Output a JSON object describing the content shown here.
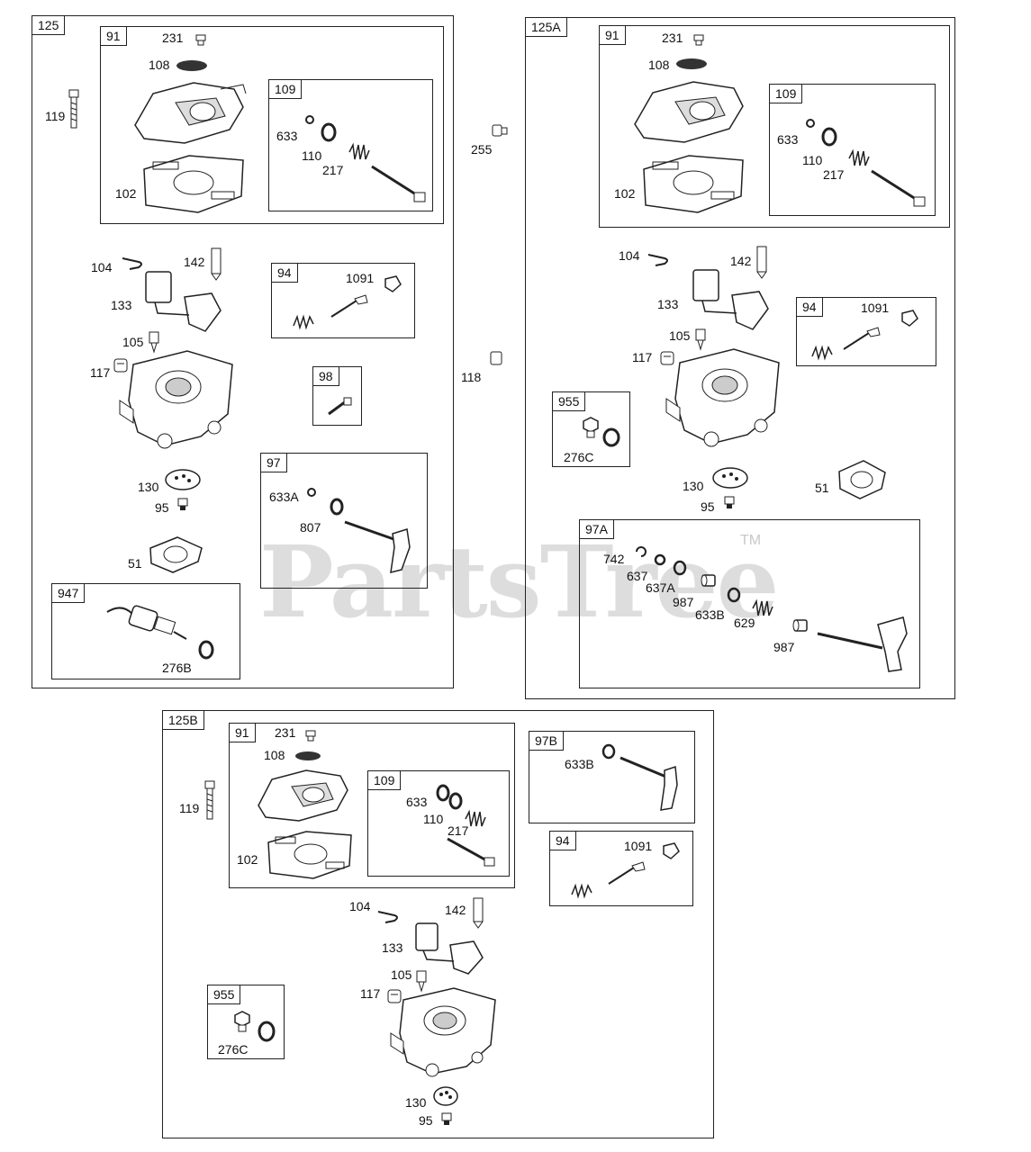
{
  "watermark": {
    "text": "PartsTree",
    "trademark": "TM"
  },
  "kit125": {
    "tag": "125",
    "sub91": {
      "tag": "91",
      "labels": [
        "231",
        "108",
        "102"
      ]
    },
    "sub109": {
      "tag": "109",
      "labels": [
        "633",
        "110",
        "217"
      ]
    },
    "sub94": {
      "tag": "94",
      "labels": [
        "1091"
      ]
    },
    "sub98": {
      "tag": "98"
    },
    "sub97": {
      "tag": "97",
      "labels": [
        "633A",
        "807"
      ]
    },
    "sub947": {
      "tag": "947",
      "labels": [
        "276B"
      ]
    },
    "labels": [
      "119",
      "104",
      "142",
      "133",
      "105",
      "117",
      "130",
      "95",
      "51"
    ]
  },
  "loose": {
    "labels": [
      "255",
      "118"
    ]
  },
  "kit125A": {
    "tag": "125A",
    "sub91": {
      "tag": "91",
      "labels": [
        "231",
        "108",
        "102"
      ]
    },
    "sub109": {
      "tag": "109",
      "labels": [
        "633",
        "110",
        "217"
      ]
    },
    "sub94": {
      "tag": "94",
      "labels": [
        "1091"
      ]
    },
    "sub955": {
      "tag": "955",
      "labels": [
        "276C"
      ]
    },
    "sub97A": {
      "tag": "97A",
      "labels": [
        "742",
        "637",
        "637A",
        "987",
        "633B",
        "629",
        "987"
      ]
    },
    "labels": [
      "104",
      "142",
      "133",
      "105",
      "117",
      "130",
      "95",
      "51"
    ]
  },
  "kit125B": {
    "tag": "125B",
    "sub91": {
      "tag": "91",
      "labels": [
        "231",
        "108",
        "102"
      ]
    },
    "sub109": {
      "tag": "109",
      "labels": [
        "633",
        "110",
        "217"
      ]
    },
    "sub97B": {
      "tag": "97B",
      "labels": [
        "633B"
      ]
    },
    "sub94": {
      "tag": "94",
      "labels": [
        "1091"
      ]
    },
    "sub955": {
      "tag": "955",
      "labels": [
        "276C"
      ]
    },
    "labels": [
      "119",
      "104",
      "142",
      "133",
      "105",
      "117",
      "130",
      "95"
    ]
  }
}
